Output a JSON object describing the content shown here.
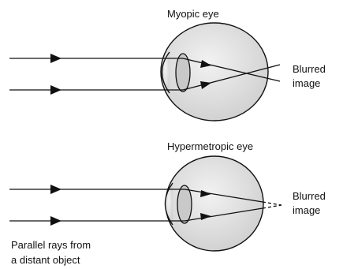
{
  "diagram": {
    "myopic": {
      "title": "Myopic eye",
      "image_label_line1": "Blurred",
      "image_label_line2": "image"
    },
    "hypermetropic": {
      "title": "Hypermetropic eye",
      "image_label_line1": "Blurred",
      "image_label_line2": "image"
    },
    "caption_line1": "Parallel rays from",
    "caption_line2": "a distant object"
  },
  "colors": {
    "eyeball_fill": "#dcdcdc",
    "lens_fill": "#c8c8c8",
    "stroke": "#111111"
  }
}
